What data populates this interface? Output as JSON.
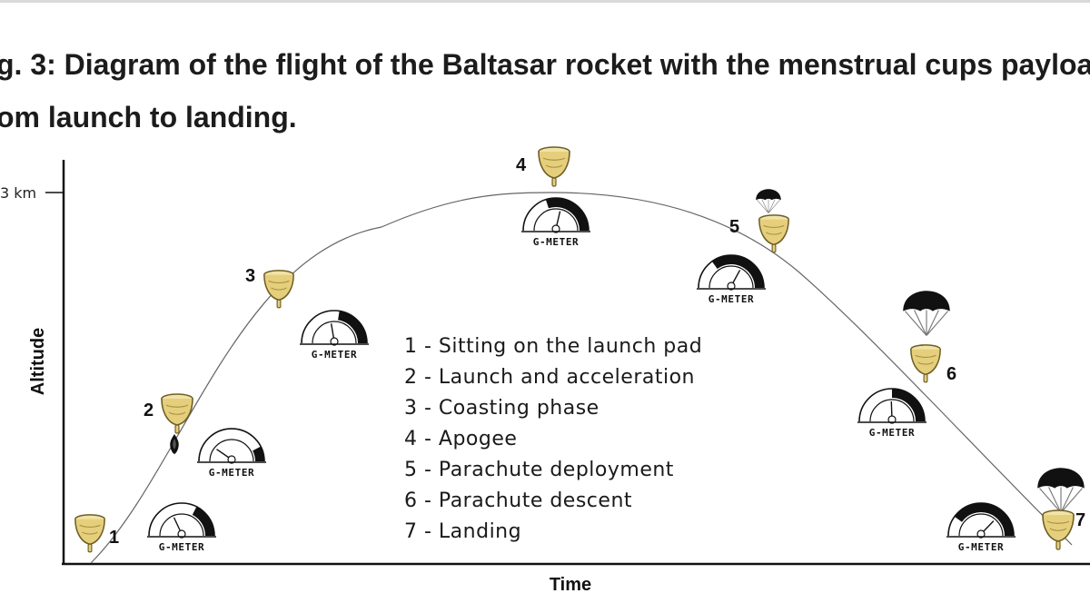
{
  "caption": {
    "line1": "g. 3: Diagram of the flight of the Baltasar rocket with the menstrual cups payload",
    "line2": "om launch to landing."
  },
  "axes": {
    "y_label": "Altitude",
    "x_label": "Time",
    "y_tick": "3 km"
  },
  "gmeter_label": "G-METER",
  "stages": [
    {
      "number": "1",
      "icon": "cup-icon",
      "parachute": false,
      "flame": false,
      "gmeter_level": 0.65
    },
    {
      "number": "2",
      "icon": "cup-icon",
      "parachute": false,
      "flame": true,
      "gmeter_level": 0.85
    },
    {
      "number": "3",
      "icon": "cup-icon",
      "parachute": false,
      "flame": false,
      "gmeter_level": 0.55
    },
    {
      "number": "4",
      "icon": "cup-icon",
      "parachute": false,
      "flame": false,
      "gmeter_level": 0.4
    },
    {
      "number": "5",
      "icon": "cup-icon",
      "parachute": true,
      "flame": false,
      "gmeter_level": 0.3
    },
    {
      "number": "6",
      "icon": "cup-icon",
      "parachute": true,
      "flame": false,
      "gmeter_level": 0.5
    },
    {
      "number": "7",
      "icon": "cup-icon",
      "parachute": true,
      "flame": false,
      "gmeter_level": 0.2
    }
  ],
  "legend": [
    "1 - Sitting on the launch pad",
    "2 - Launch and acceleration",
    "3 - Coasting phase",
    "4 - Apogee",
    "5 - Parachute deployment",
    "6 - Parachute descent",
    "7 - Landing"
  ],
  "colors": {
    "cup": "#e6d28a",
    "cup_stroke": "#8a7a3a",
    "ink": "#111111",
    "curve": "#555555"
  }
}
